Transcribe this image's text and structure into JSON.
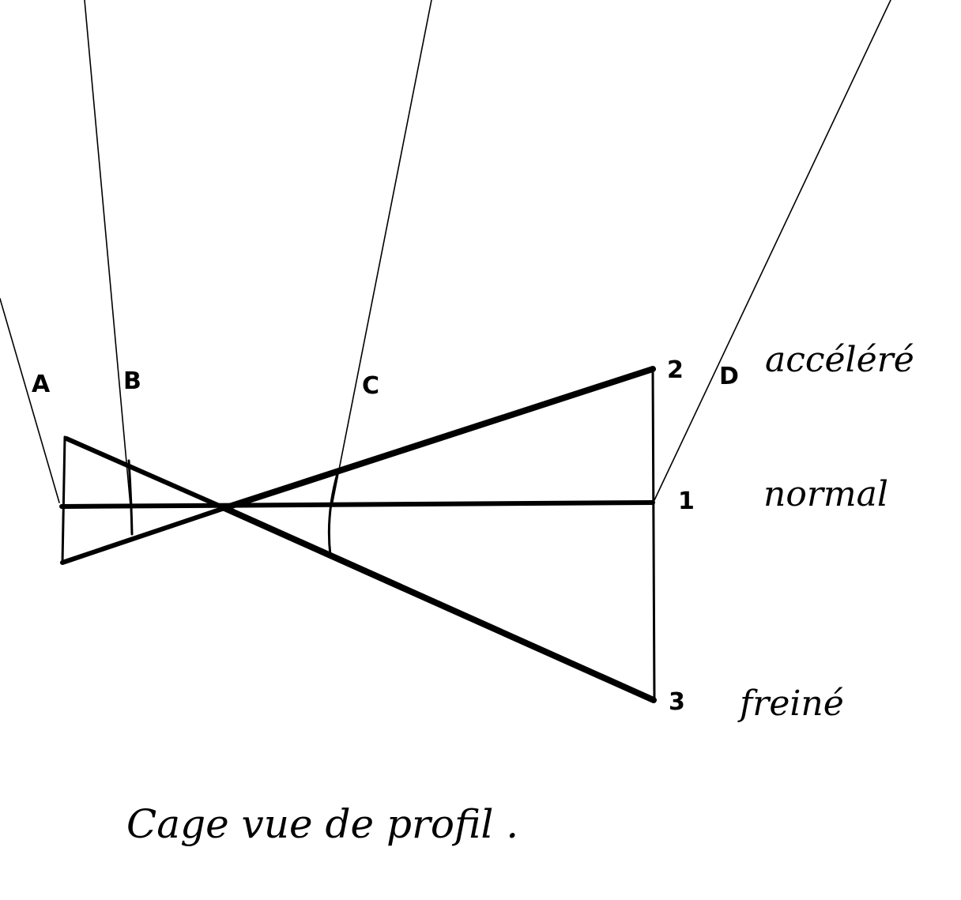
{
  "labels": {
    "point_a": "A",
    "point_b": "B",
    "point_c": "C",
    "point_d": "D",
    "num_1": "1",
    "num_2": "2",
    "num_3": "3"
  },
  "states": {
    "accelerated": "accéléré",
    "normal": "normal",
    "braked": "freiné"
  },
  "caption": "Cage vue de profil ."
}
